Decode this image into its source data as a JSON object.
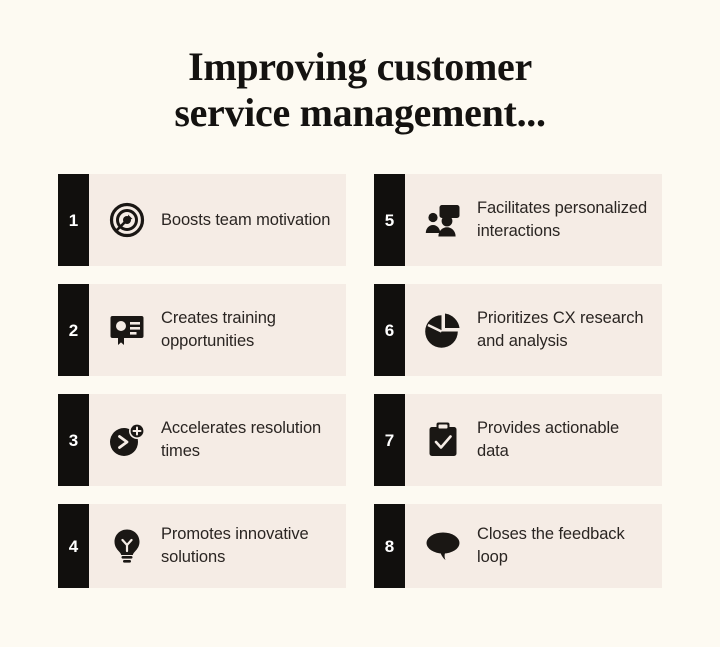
{
  "page": {
    "background_color": "#fdfaf2",
    "card_color": "#f5ece5",
    "accent_color": "#110f0d",
    "text_color": "#2a2522"
  },
  "title": {
    "line1": "Improving customer",
    "line2": "service management..."
  },
  "items": [
    {
      "number": "1",
      "icon": "target-bullseye-icon",
      "text": "Boosts team motivation"
    },
    {
      "number": "2",
      "icon": "certificate-icon",
      "text": "Creates training opportunities"
    },
    {
      "number": "3",
      "icon": "fast-forward-plus-icon",
      "text": "Accelerates resolution times"
    },
    {
      "number": "4",
      "icon": "lightbulb-icon",
      "text": "Promotes innovative solutions"
    },
    {
      "number": "5",
      "icon": "people-speech-bubble-icon",
      "text": "Facilitates personalized interactions"
    },
    {
      "number": "6",
      "icon": "pie-chart-icon",
      "text": "Prioritizes CX research and analysis"
    },
    {
      "number": "7",
      "icon": "clipboard-check-icon",
      "text": "Provides actionable data"
    },
    {
      "number": "8",
      "icon": "speech-bubble-icon",
      "text": "Closes the feedback loop"
    }
  ]
}
